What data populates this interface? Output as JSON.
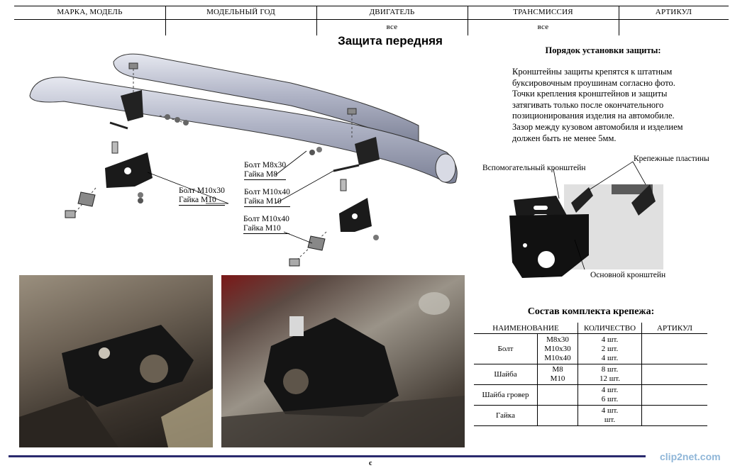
{
  "header": {
    "columns": [
      "МАРКА, МОДЕЛЬ",
      "МОДЕЛЬНЫЙ ГОД",
      "ДВИГАТЕЛЬ",
      "ТРАНСМИССИЯ",
      "АРТИКУЛ"
    ],
    "engine_value": "все",
    "transmission_value": "все"
  },
  "title": "Защита передняя",
  "instructions": {
    "title": "Порядок установки защиты:",
    "lines": [
      "Кронштейны защиты крепятся к штатным",
      "буксировочным проушинам согласно фото.",
      "Точки крепления кронштейнов и защиты",
      "затягивать только после окончательного",
      "позиционирования изделия на автомобиле.",
      "Зазор между кузовом автомобиля и изделием",
      "должен быть не менее 5мм."
    ]
  },
  "diagram_labels": {
    "bolt_m8_line1": "Болт М8х30",
    "bolt_m8_line2": "Гайка М8",
    "bolt_m10x30_line1": "Болт М10х30",
    "bolt_m10x30_line2": "Гайка М10",
    "bolt_m10x40a_line1": "Болт М10х40",
    "bolt_m10x40a_line2": "Гайка М10",
    "bolt_m10x40b_line1": "Болт М10х40",
    "bolt_m10x40b_line2": "Гайка М10"
  },
  "bracket_labels": {
    "aux": "Вспомогательный кронштейн",
    "plates": "Крепежные пластины",
    "main": "Основной кронштейн"
  },
  "kit": {
    "title": "Состав комплекта крепежа:",
    "headers": [
      "НАИМЕНОВАНИЕ",
      "КОЛИЧЕСТВО",
      "АРТИКУЛ"
    ],
    "rows": [
      {
        "name": "Болт",
        "sizes": [
          "М8х30",
          "М10х30",
          "М10х40"
        ],
        "qty": [
          "4 шт.",
          "2 шт.",
          "4 шт."
        ]
      },
      {
        "name": "Шайба",
        "sizes": [
          "М8",
          "М10"
        ],
        "qty": [
          "8 шт.",
          "12 шт."
        ]
      },
      {
        "name": "Шайба гровер",
        "sizes": [],
        "qty": [
          "4 шт.",
          "6 шт."
        ]
      },
      {
        "name": "Гайка",
        "sizes": [],
        "qty": [
          "4 шт.",
          "шт."
        ]
      }
    ]
  },
  "footer": {
    "page": "c",
    "watermark": "clip2net.com"
  },
  "colors": {
    "footer_bar": "#2a2a6e",
    "tube": "#b4b8c8",
    "bracket": "#1a1a1a"
  }
}
